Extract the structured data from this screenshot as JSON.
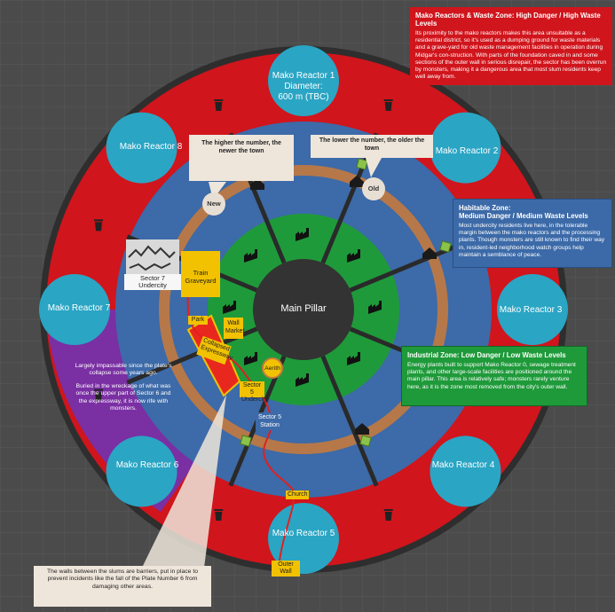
{
  "center": {
    "label": "Main Pillar"
  },
  "reactors": [
    {
      "id": 1,
      "name": "Mako Reactor 1",
      "line2": "Diameter:",
      "line3": "600 m (TBC)"
    },
    {
      "id": 2,
      "name": "Mako Reactor 2"
    },
    {
      "id": 3,
      "name": "Mako Reactor 3"
    },
    {
      "id": 4,
      "name": "Mako Reactor 4"
    },
    {
      "id": 5,
      "name": "Mako Reactor 5"
    },
    {
      "id": 6,
      "name": "Mako Reactor 6"
    },
    {
      "id": 7,
      "name": "Mako Reactor 7"
    },
    {
      "id": 8,
      "name": "Mako Reactor 8"
    }
  ],
  "zones": {
    "mako": {
      "title": "Mako Reactors & Waste Zone: High Danger / High Waste Levels",
      "text": "Its proximity to the mako reactors makes this area unsuitable as a residential district, so it's used as a dumping ground for waste materials and a grave-yard for old waste management facilities in operation during Midgar's con-struction. With parts of the foundation caved in and some sections of the outer wall in serious disrepair, the sector has been overrun by monsters, making it a dangerous area that most slum residents keep well away from.",
      "color": "#d0151c"
    },
    "habitable": {
      "title1": "Habitable Zone:",
      "title2": "Medium Danger / Medium Waste Levels",
      "text": "Most undercity residents live here, in the tolerable margin between the mako reactors and the processing plants. Though monsters are still known to find their way in, resident-led neighborhood watch groups help maintain a semblance of peace.",
      "color": "#3c6aa8"
    },
    "industrial": {
      "title": "Industrial Zone: Low Danger / Low Waste Levels",
      "text": "Energy plants built to support Mako Reactor 0, sewage treatment plants, and other large-scale facilities are positioned around the main pillar. This area is relatively safe; monsters rarely venture here, as it is the zone most removed from the city's outer wall.",
      "color": "#1f9a3a"
    },
    "sector6": {
      "text1": "Largely impassable since the plate's collapse some years ago.",
      "text2": "Buried in the wreckage of what was once the upper part of Sector 6 and the expressway, it is now rife with monsters.",
      "color": "#7a2fa3"
    }
  },
  "callouts": {
    "newer": "The higher the number, the newer the town",
    "older": "The lower the number, the older the town",
    "walls": "The walls between the slums are barriers, put in place to prevent incidents like the fall of the Plate Number 6 from damaging other areas.",
    "new_label": "New",
    "old_label": "Old"
  },
  "places": {
    "sector7_undercity": "Sector 7 Undercity",
    "train_graveyard": "Train Graveyard",
    "park": "Park",
    "wall_market": "Wall Market",
    "collapsed_expressway": "Collapsed Expressway",
    "aerith": "Aerith",
    "sector5_undercity": "Sector 5 Undercity",
    "sector5_station": "Sector 5 Station",
    "church": "Church",
    "outer_wall": "Outer Wall"
  },
  "icons": [
    "factory-icon",
    "house-icon",
    "trash-icon",
    "waste-block-icon"
  ],
  "colors": {
    "ring": "#c37a3e",
    "divider": "#2a2a2a",
    "reactor": "#2aa5c4",
    "pillar": "#333333",
    "tag": "#f2c200"
  }
}
